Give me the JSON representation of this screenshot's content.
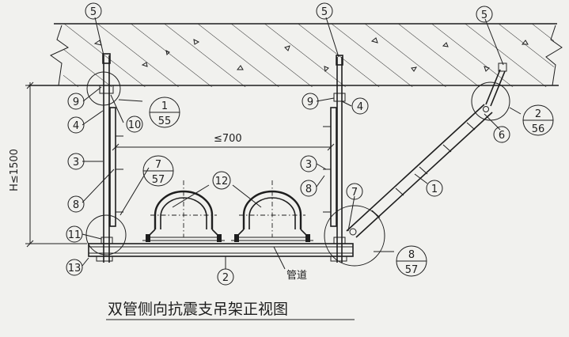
{
  "title": "双管侧向抗震支吊架正视图",
  "dimensions": {
    "h_limit": "H≤1500",
    "spacing_limit": "≤700"
  },
  "labels": {
    "pipe": "管道"
  },
  "callouts": {
    "c5a": "5",
    "c5b": "5",
    "c5c": "5",
    "c9a": "9",
    "c9b": "9",
    "c4a": "4",
    "c4b": "4",
    "c10": "10",
    "c3a": "3",
    "c3b": "3",
    "c8a": "8",
    "c8b": "8",
    "c7a": "7",
    "c11": "11",
    "c13": "13",
    "c12": "12",
    "c2": "2",
    "c6": "6",
    "c1": "1"
  },
  "detail_refs": {
    "d1": {
      "top": "1",
      "bottom": "55"
    },
    "d2": {
      "top": "2",
      "bottom": "56"
    },
    "d3": {
      "top": "7",
      "bottom": "57"
    },
    "d4": {
      "top": "8",
      "bottom": "57"
    }
  }
}
